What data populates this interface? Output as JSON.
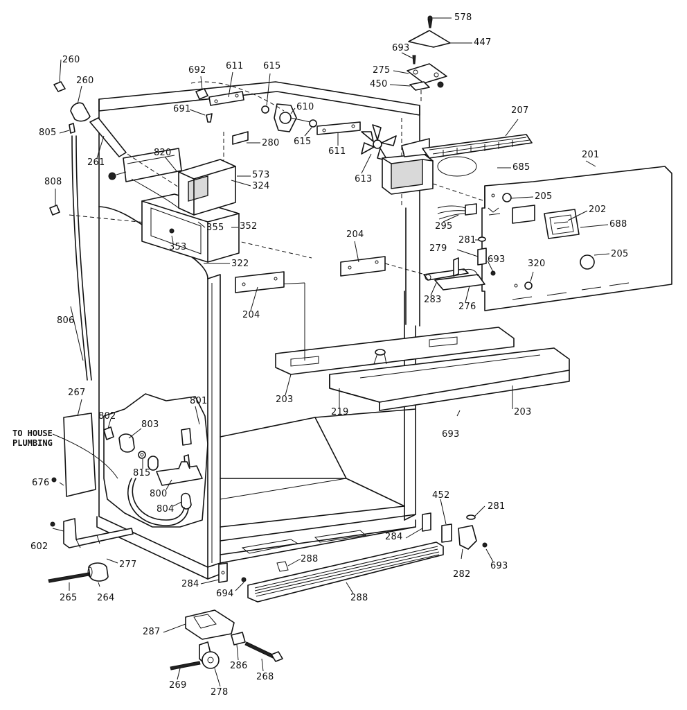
{
  "diagram": {
    "note_lines": [
      "TO HOUSE",
      "PLUMBING"
    ],
    "part_numbers": {
      "p578": "578",
      "p447": "447",
      "p693a": "693",
      "p275": "275",
      "p450": "450",
      "p692": "692",
      "p611a": "611",
      "p615a": "615",
      "p691": "691",
      "p610": "610",
      "p615b": "615",
      "p611b": "611",
      "p613": "613",
      "p207": "207",
      "p685": "685",
      "p201": "201",
      "p205a": "205",
      "p202": "202",
      "p688": "688",
      "p205b": "205",
      "p260a": "260",
      "p260b": "260",
      "p805": "805",
      "p261": "261",
      "p820": "820",
      "p573": "573",
      "p324": "324",
      "p280": "280",
      "p808": "808",
      "p355": "355",
      "p352": "352",
      "p353": "353",
      "p322": "322",
      "p295": "295",
      "p281a": "281",
      "p204a": "204",
      "p279": "279",
      "p693b": "693",
      "p320": "320",
      "p283": "283",
      "p276": "276",
      "p204b": "204",
      "p806": "806",
      "p203a": "203",
      "p219": "219",
      "p203b": "203",
      "p693c": "693",
      "p267": "267",
      "p801": "801",
      "p802": "802",
      "p803": "803",
      "p815": "815",
      "p676": "676",
      "p800": "800",
      "p804": "804",
      "p602": "602",
      "p277": "277",
      "p452": "452",
      "p281b": "281",
      "p284a": "284",
      "p288a": "288",
      "p282": "282",
      "p693d": "693",
      "p284b": "284",
      "p694": "694",
      "p288b": "288",
      "p265": "265",
      "p264": "264",
      "p287": "287",
      "p286": "286",
      "p268": "268",
      "p269": "269",
      "p278": "278"
    }
  }
}
